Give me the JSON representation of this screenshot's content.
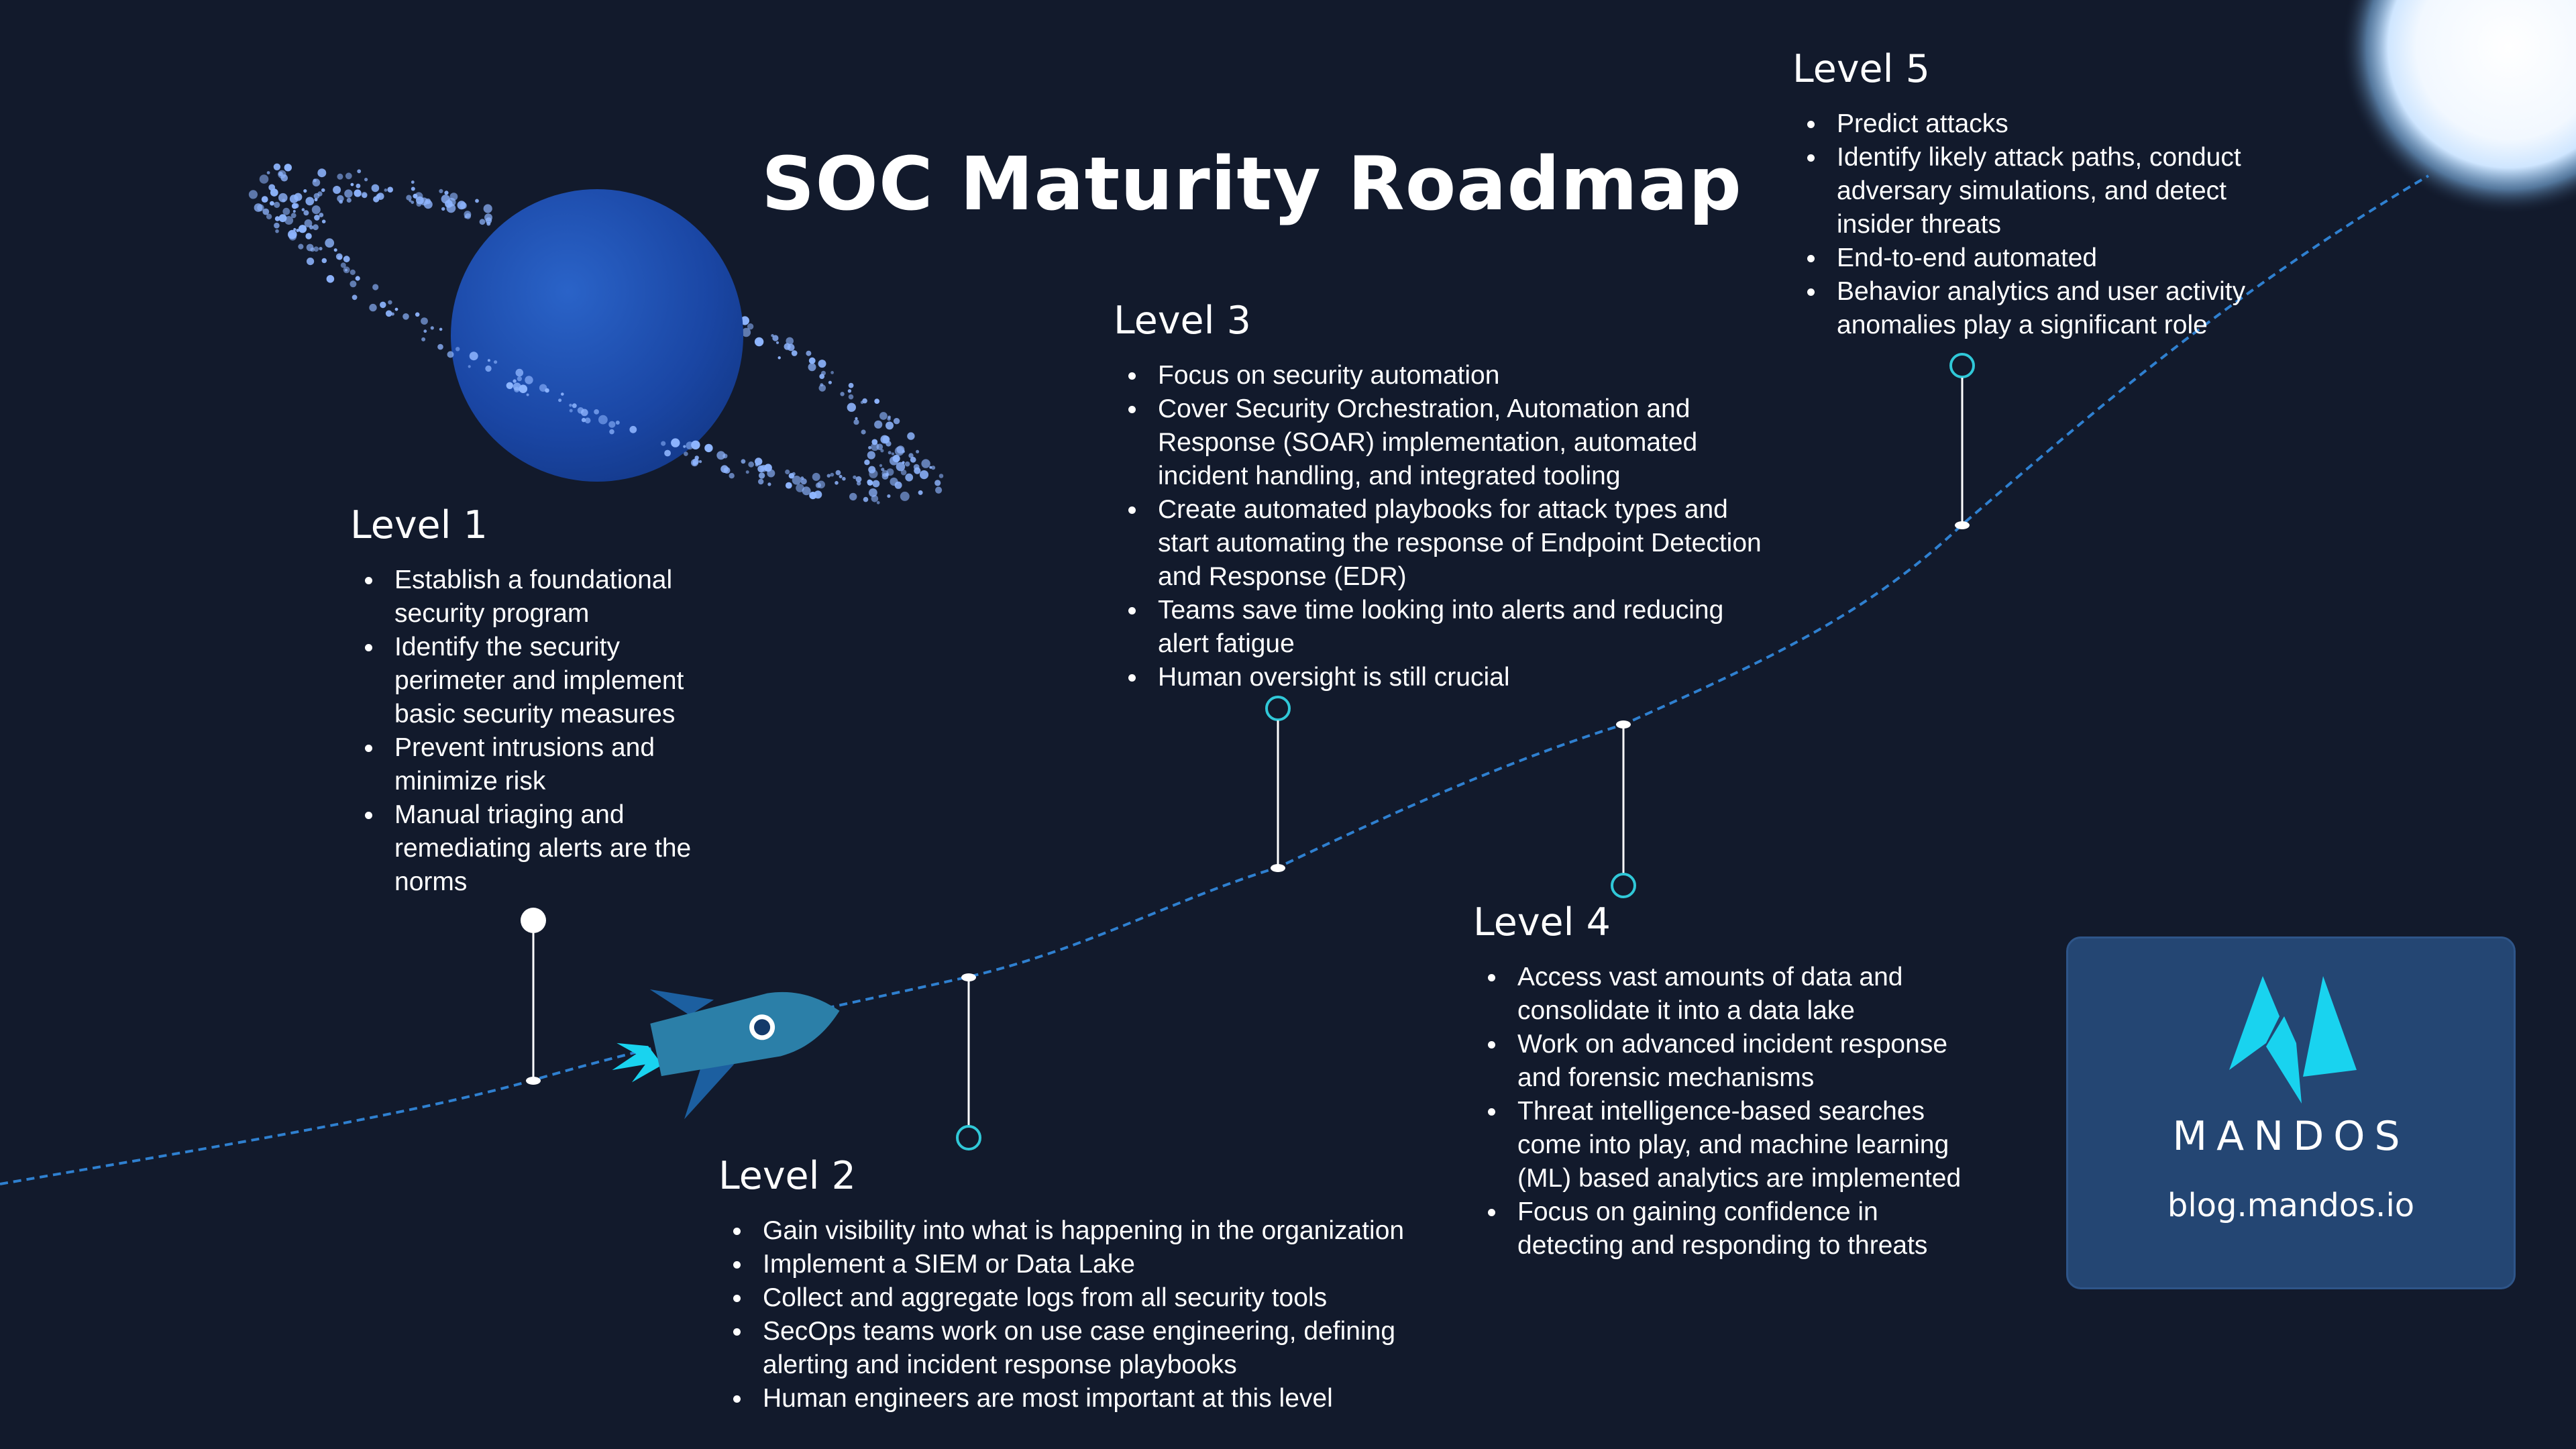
{
  "title": "SOC Maturity Roadmap",
  "levels": [
    {
      "heading": "Level 1",
      "bullets": [
        "Establish a foundational security program",
        "Identify the security perimeter and implement basic security measures",
        "Prevent intrusions and minimize risk",
        "Manual triaging and remediating alerts are the norms"
      ]
    },
    {
      "heading": "Level 2",
      "bullets": [
        "Gain visibility into what is happening in the organization",
        "Implement a SIEM or Data Lake",
        "Collect and aggregate logs from all security tools",
        "SecOps teams work on use case engineering, defining alerting and incident response playbooks",
        "Human engineers are most important at this level"
      ]
    },
    {
      "heading": "Level 3",
      "bullets": [
        "Focus on security automation",
        "Cover Security Orchestration, Automation and Response (SOAR) implementation, automated incident handling, and integrated tooling",
        "Create automated playbooks for attack types and start automating the response of Endpoint Detection and Response (EDR)",
        "Teams save time looking into alerts and reducing alert fatigue",
        "Human oversight is still crucial"
      ]
    },
    {
      "heading": "Level 4",
      "bullets": [
        "Access vast amounts of data and consolidate it into a data lake",
        "Work on advanced incident response and forensic mechanisms",
        "Threat intelligence-based searches come into play, and machine learning (ML) based analytics are implemented",
        "Focus on gaining confidence in detecting and responding to threats"
      ]
    },
    {
      "heading": "Level 5",
      "bullets": [
        "Predict attacks",
        "Identify likely attack paths, conduct adversary simulations, and detect insider threats",
        "End-to-end automated",
        "Behavior analytics and user activity anomalies play a significant role"
      ]
    }
  ],
  "brand": {
    "name": "MANDOS",
    "url": "blog.mandos.io"
  },
  "colors": {
    "background": "#121a2c",
    "path": "#2f80d0",
    "marker_ring": "#30c8d8",
    "planet": "#1d4fb0",
    "ring_particles": "#8fb6ff",
    "rocket_body": "#2b7fa8",
    "rocket_fins": "#1c5fa0",
    "rocket_flame": "#19d3ef",
    "logo": "#19d3ef",
    "card": "#244673"
  },
  "icons": [
    "planet-icon",
    "rocket-icon",
    "sun-icon",
    "mandos-logo-icon"
  ]
}
